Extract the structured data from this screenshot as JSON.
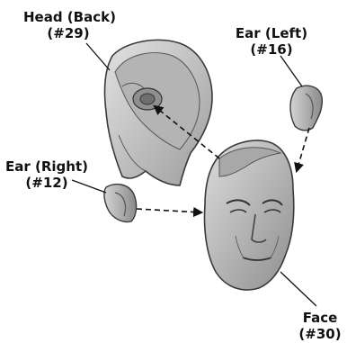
{
  "parts": [
    {
      "id": "head-back",
      "name": "Head (Back)",
      "number": "(#29)"
    },
    {
      "id": "ear-left",
      "name": "Ear (Left)",
      "number": "(#16)"
    },
    {
      "id": "ear-right",
      "name": "Ear (Right)",
      "number": "(#12)"
    },
    {
      "id": "face",
      "name": "Face",
      "number": "(#30)"
    }
  ],
  "colors": {
    "part_fill": "#c8c8c8",
    "part_shadow": "#8a8a8a",
    "outline": "#3a3a3a",
    "label_text": "#111111",
    "leader": "#111111"
  }
}
